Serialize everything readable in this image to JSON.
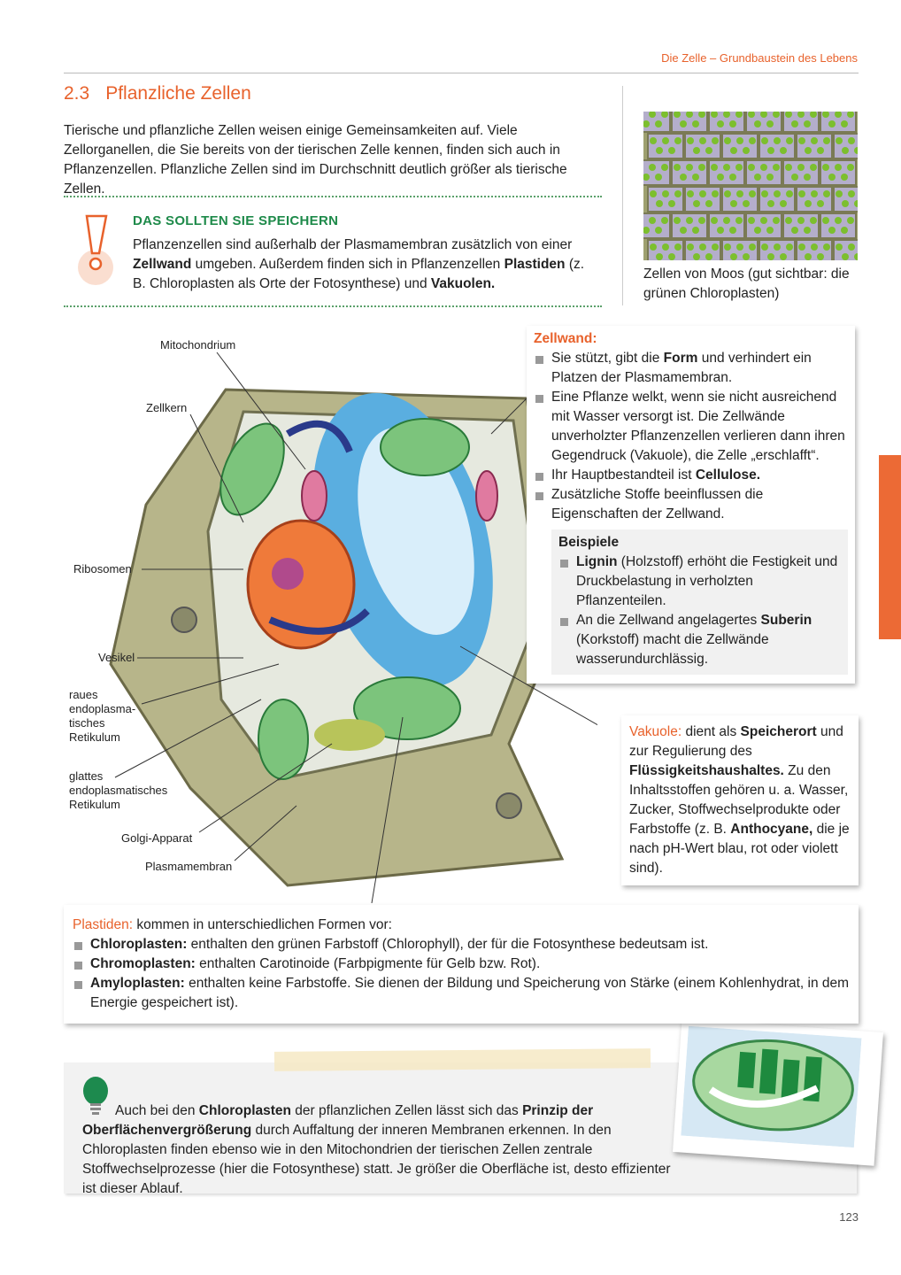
{
  "header": {
    "running_title": "Die Zelle – Grundbaustein des Lebens",
    "section_number": "2.3",
    "section_title": "Pflanzliche Zellen",
    "page_number": "123"
  },
  "intro": [
    {
      "t": "Tierische und pflanzliche Zellen weisen einige Gemeinsamkeiten auf. Viele Zellorganellen, die Sie bereits von der tierischen Zelle kennen, finden sich auch in Pflanzenzellen. Pflanzliche Zellen sind im Durchschnitt deutlich größer als tierische Zellen."
    }
  ],
  "memo": {
    "heading": "DAS SOLLTEN SIE SPEICHERN",
    "text": [
      {
        "t": "Pflanzenzellen sind außerhalb der Plasmamembran zusätzlich von einer "
      },
      {
        "t": "Zellwand",
        "b": 1
      },
      {
        "t": " umgeben. Außerdem finden sich in Pflanzenzellen "
      },
      {
        "t": "Plastiden",
        "b": 1
      },
      {
        "t": " (z. B. Chloroplasten als Orte der Fotosynthese) und "
      },
      {
        "t": "Vakuolen.",
        "b": 1
      }
    ]
  },
  "photo": {
    "caption": "Zellen von Moos (gut sichtbar: die grünen Chloroplasten)"
  },
  "diagram": {
    "labels": [
      "Mitochondrium",
      "Zellkern",
      "Ribosomen",
      "Vesikel",
      "raues endoplasma-tisches Retikulum",
      "glattes endoplasmatisches Retikulum",
      "Golgi-Apparat",
      "Plasmamembran"
    ]
  },
  "zellwand": {
    "heading": "Zellwand:",
    "items": [
      [
        {
          "t": "Sie stützt, gibt die "
        },
        {
          "t": "Form",
          "b": 1
        },
        {
          "t": " und verhindert ein Platzen der Plasmamembran."
        }
      ],
      [
        {
          "t": "Eine Pflanze welkt, wenn sie nicht ausreichend mit Wasser versorgt ist. Die Zellwände unverholzter Pflanzenzellen verlieren dann ihren Gegendruck (Vakuole), die Zelle „erschlafft“."
        }
      ],
      [
        {
          "t": "Ihr Hauptbestandteil ist "
        },
        {
          "t": "Cellulose.",
          "b": 1
        }
      ],
      [
        {
          "t": "Zusätzliche Stoffe beeinflussen die Eigenschaften der Zellwand."
        }
      ]
    ],
    "examples_heading": "Beispiele",
    "examples": [
      [
        {
          "t": "Lignin",
          "b": 1
        },
        {
          "t": " (Holzstoff) erhöht die Festigkeit und Druckbelastung in verholzten Pflanzenteilen."
        }
      ],
      [
        {
          "t": "An die Zellwand angelagertes "
        },
        {
          "t": "Suberin",
          "b": 1
        },
        {
          "t": " (Korkstoff) macht die Zellwände wasserundurchlässig."
        }
      ]
    ]
  },
  "vakuole": {
    "text": [
      {
        "t": "Vakuole:",
        "o": 1
      },
      {
        "t": " dient als "
      },
      {
        "t": "Speicherort",
        "b": 1
      },
      {
        "t": " und zur Regulierung des "
      },
      {
        "t": "Flüssigkeitshaushaltes.",
        "b": 1
      },
      {
        "t": " Zu den Inhaltsstoffen gehören u. a. Wasser, Zucker, Stoffwechselprodukte oder Farbstoffe (z. B. "
      },
      {
        "t": "Anthocyane,",
        "b": 1
      },
      {
        "t": " die je nach pH-Wert blau, rot oder violett sind)."
      }
    ]
  },
  "plastiden": {
    "intro": [
      {
        "t": "Plastiden:",
        "o": 1
      },
      {
        "t": " kommen in unterschiedlichen Formen vor:"
      }
    ],
    "items": [
      [
        {
          "t": "Chloroplasten:",
          "b": 1
        },
        {
          "t": " enthalten den grünen Farbstoff (Chlorophyll), der für die Fotosynthese bedeutsam ist."
        }
      ],
      [
        {
          "t": "Chromoplasten:",
          "b": 1
        },
        {
          "t": " enthalten Carotinoide (Farbpigmente für Gelb bzw. Rot)."
        }
      ],
      [
        {
          "t": "Amyloplasten:",
          "b": 1
        },
        {
          "t": " enthalten keine Farbstoffe. Sie dienen der Bildung und Speicherung von Stärke (einem Kohlenhydrat, in dem Energie gespeichert ist)."
        }
      ]
    ]
  },
  "tip": {
    "text": [
      {
        "t": "Auch bei den "
      },
      {
        "t": "Chloroplasten",
        "b": 1
      },
      {
        "t": " der pflanzlichen Zellen lässt sich das "
      },
      {
        "t": "Prinzip der Oberflächenvergrößerung",
        "b": 1
      },
      {
        "t": " durch Auffaltung der inneren Membranen erkennen. In den Chloroplasten finden ebenso wie in den Mitochondrien der tierischen Zellen zentrale Stoffwechselprozesse (hier die Fotosynthese) statt. Je größer die Oberfläche ist, desto effizienter ist dieser Ablauf."
      }
    ]
  },
  "colors": {
    "accent": "#e8622c",
    "green": "#1e8a4a",
    "tab": "#ec6a35"
  }
}
